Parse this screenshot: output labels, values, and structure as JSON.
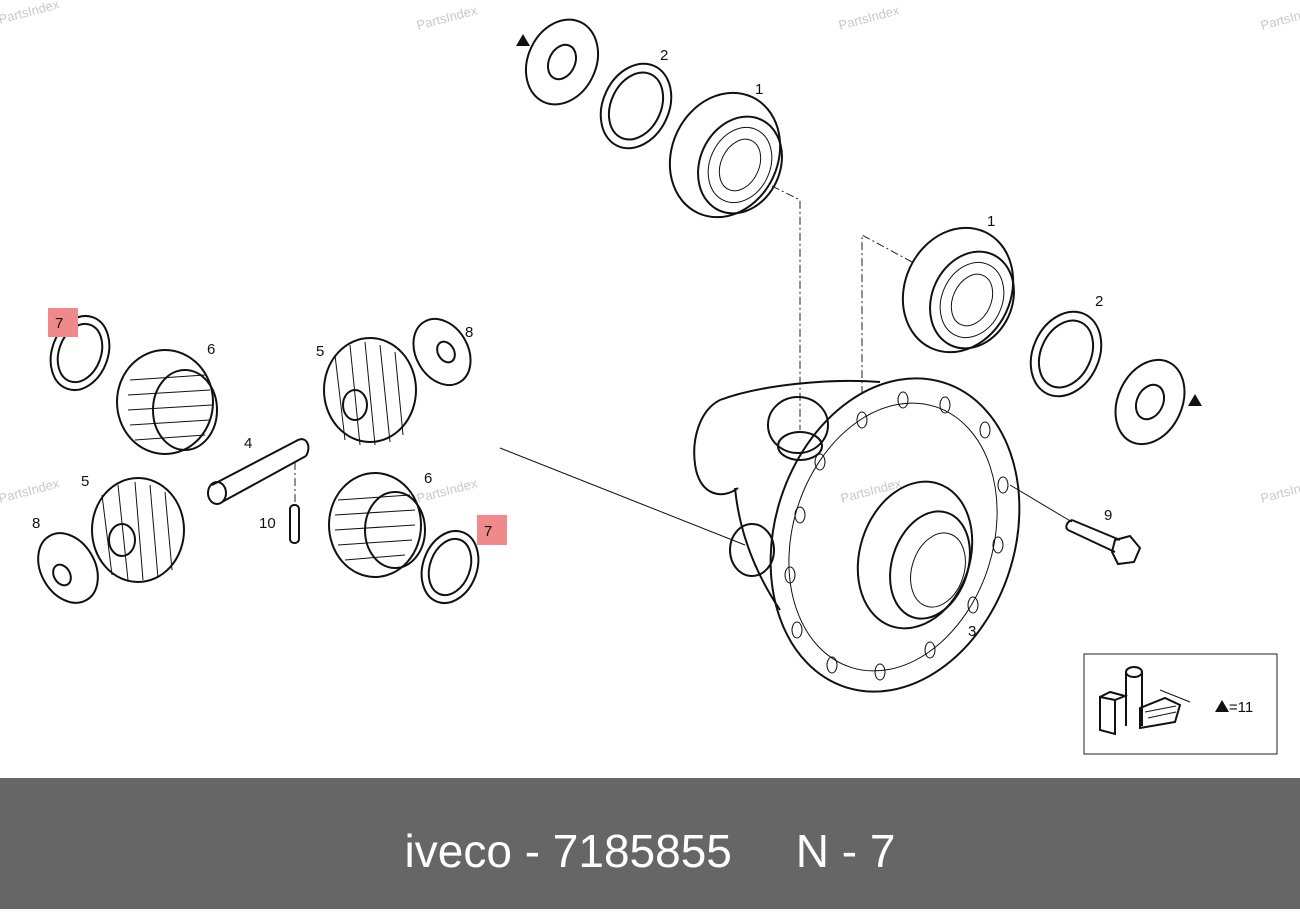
{
  "watermark": "PartsIndex",
  "footer": {
    "brand": "iveco",
    "part_number": "7185855",
    "position": "N - 7",
    "text": "iveco - 7185855     N - 7"
  },
  "callouts": {
    "bearing": "1",
    "ring": "2",
    "housing": "3",
    "shaft": "4",
    "pinion": "5",
    "side_gear": "6",
    "highlighted_washer": "7",
    "thrust_washer": "8",
    "bolt": "9",
    "pin": "10"
  },
  "legend": {
    "text": "▲=11"
  },
  "colors": {
    "highlight": "#f08a8a",
    "footer_bg": "#666666"
  }
}
